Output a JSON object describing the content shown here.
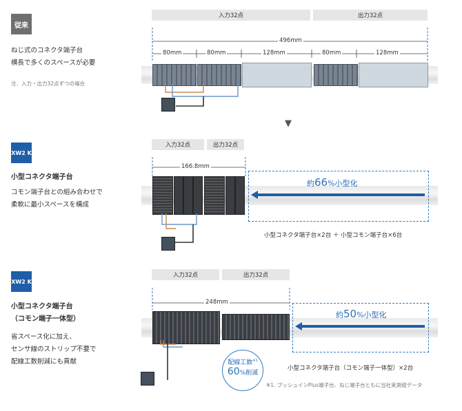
{
  "section1": {
    "tag": "従来",
    "desc_line1": "ねじ式のコネクタ端子台",
    "desc_line2": "横長で多くのスペースが必要",
    "note": "注．入力・出力32点ずつの場合",
    "header_in": "入力32点",
    "header_out": "出力32点",
    "total_dim": "496mm",
    "seg_dims": [
      "80mm",
      "80mm",
      "128mm",
      "80mm",
      "128mm"
    ]
  },
  "arrow": "▼",
  "section2": {
    "tag": "XW2 K",
    "title": "小型コネクタ端子台",
    "desc_line1": "コモン端子台との組み合わせで",
    "desc_line2": "柔軟に最小スペースを構成",
    "header_in": "入力32点",
    "header_out": "出力32点",
    "dim": "166.8mm",
    "reduction_prefix": "約",
    "reduction_value": "66",
    "reduction_suffix": "%小型化",
    "caption": "小型コネクタ端子台×2台 ＋ 小型コモン端子台×6台"
  },
  "section3": {
    "tag": "XW2 K",
    "title_line1": "小型コネクタ端子台",
    "title_line2": "（コモン端子一体型）",
    "desc_line1": "省スペース化に加え、",
    "desc_line2": "センサ線のストリップ不要で",
    "desc_line3": "配線工数削減にも貢献",
    "header_in": "入力32点",
    "header_out": "出力32点",
    "dim": "248mm",
    "reduction_prefix": "約",
    "reduction_value": "50",
    "reduction_suffix": "%小型化",
    "badge_line1": "配線工数",
    "badge_sup": "※1",
    "badge_line2_value": "60",
    "badge_line2_suffix": "%削減",
    "caption": "小型コネクタ端子台（コモン端子一体型）×2台",
    "footnote": "※1. プッシュインPlus端子台、ねじ端子台ともに当社実測値データ"
  },
  "colors": {
    "accent_blue": "#2d7bc4",
    "tag_blue": "#1f5ea8",
    "tag_gray": "#6f6f6f"
  }
}
